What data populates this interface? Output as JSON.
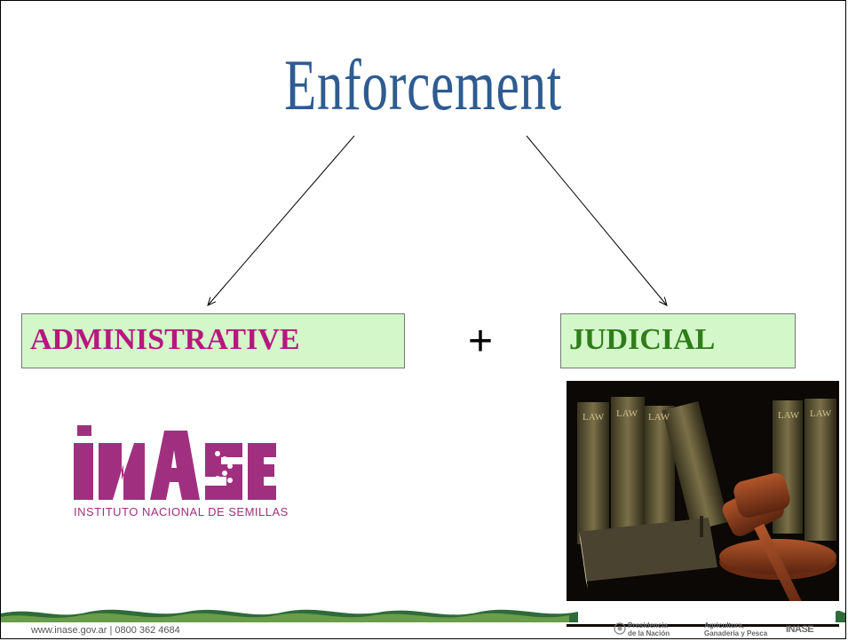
{
  "slide": {
    "title": "Enforcement",
    "plus": "+",
    "boxes": {
      "administrative": "ADMINISTRATIVE",
      "judicial": "JUDICIAL"
    },
    "inase_logo": {
      "wordmark": "iNASE",
      "subtitle": "INSTITUTO NACIONAL DE SEMILLAS"
    },
    "photo": {
      "book_spine_label": "LAW"
    }
  },
  "footer": {
    "contact": "www.inase.gov.ar | 0800 362 4684",
    "presidencia_line1": "Presidencia",
    "presidencia_line2": "de la Nación",
    "agricultura_line1": "Agricultura,",
    "agricultura_line2": "Ganadería y Pesca",
    "logo": "INASE"
  },
  "colors": {
    "title": "#2e5b91",
    "box_fill": "#d3f7c9",
    "administrative_text": "#b7177f",
    "judicial_text": "#2f7d1a",
    "inase_magenta": "#a0307f"
  }
}
